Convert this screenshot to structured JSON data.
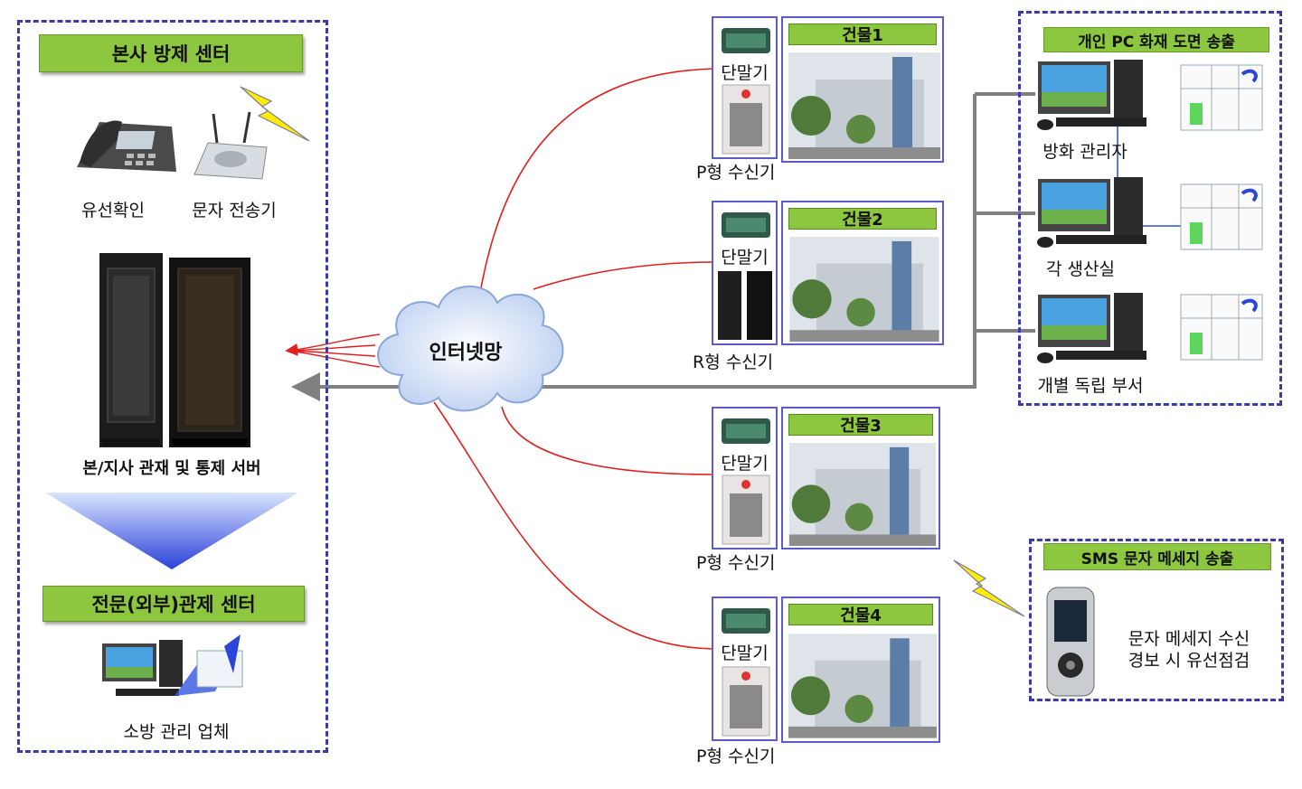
{
  "left_panel": {
    "hq_title": "본사 방제 센터",
    "phone_label": "유선확인",
    "sms_sender_label": "문자 전송기",
    "server_label": "본/지사 관재 및 통제 서버",
    "external_title": "전문(외부)관제 센터",
    "external_label": "소방 관리 업체"
  },
  "network": {
    "label": "인터넷망"
  },
  "buildings": [
    {
      "title": "건물1",
      "terminal_label": "단말기",
      "receiver_label": "P형 수신기"
    },
    {
      "title": "건물2",
      "terminal_label": "단말기",
      "receiver_label": "R형 수신기"
    },
    {
      "title": "건물3",
      "terminal_label": "단말기",
      "receiver_label": "P형 수신기"
    },
    {
      "title": "건물4",
      "terminal_label": "단말기",
      "receiver_label": "P형 수신기"
    }
  ],
  "pc_panel": {
    "title": "개인 PC  화재 도면 송출",
    "items": [
      "방화 관리자",
      "각 생산실",
      "개별 독립 부서"
    ]
  },
  "sms_panel": {
    "title": "SMS 문자 메세지 송출",
    "line1": "문자 메세지 수신",
    "line2": "경보 시 유선점검"
  },
  "colors": {
    "accent_green": "#8dc63f",
    "border_blue": "#3b3ba6",
    "link_red": "#e02020",
    "link_gray": "#808080"
  }
}
